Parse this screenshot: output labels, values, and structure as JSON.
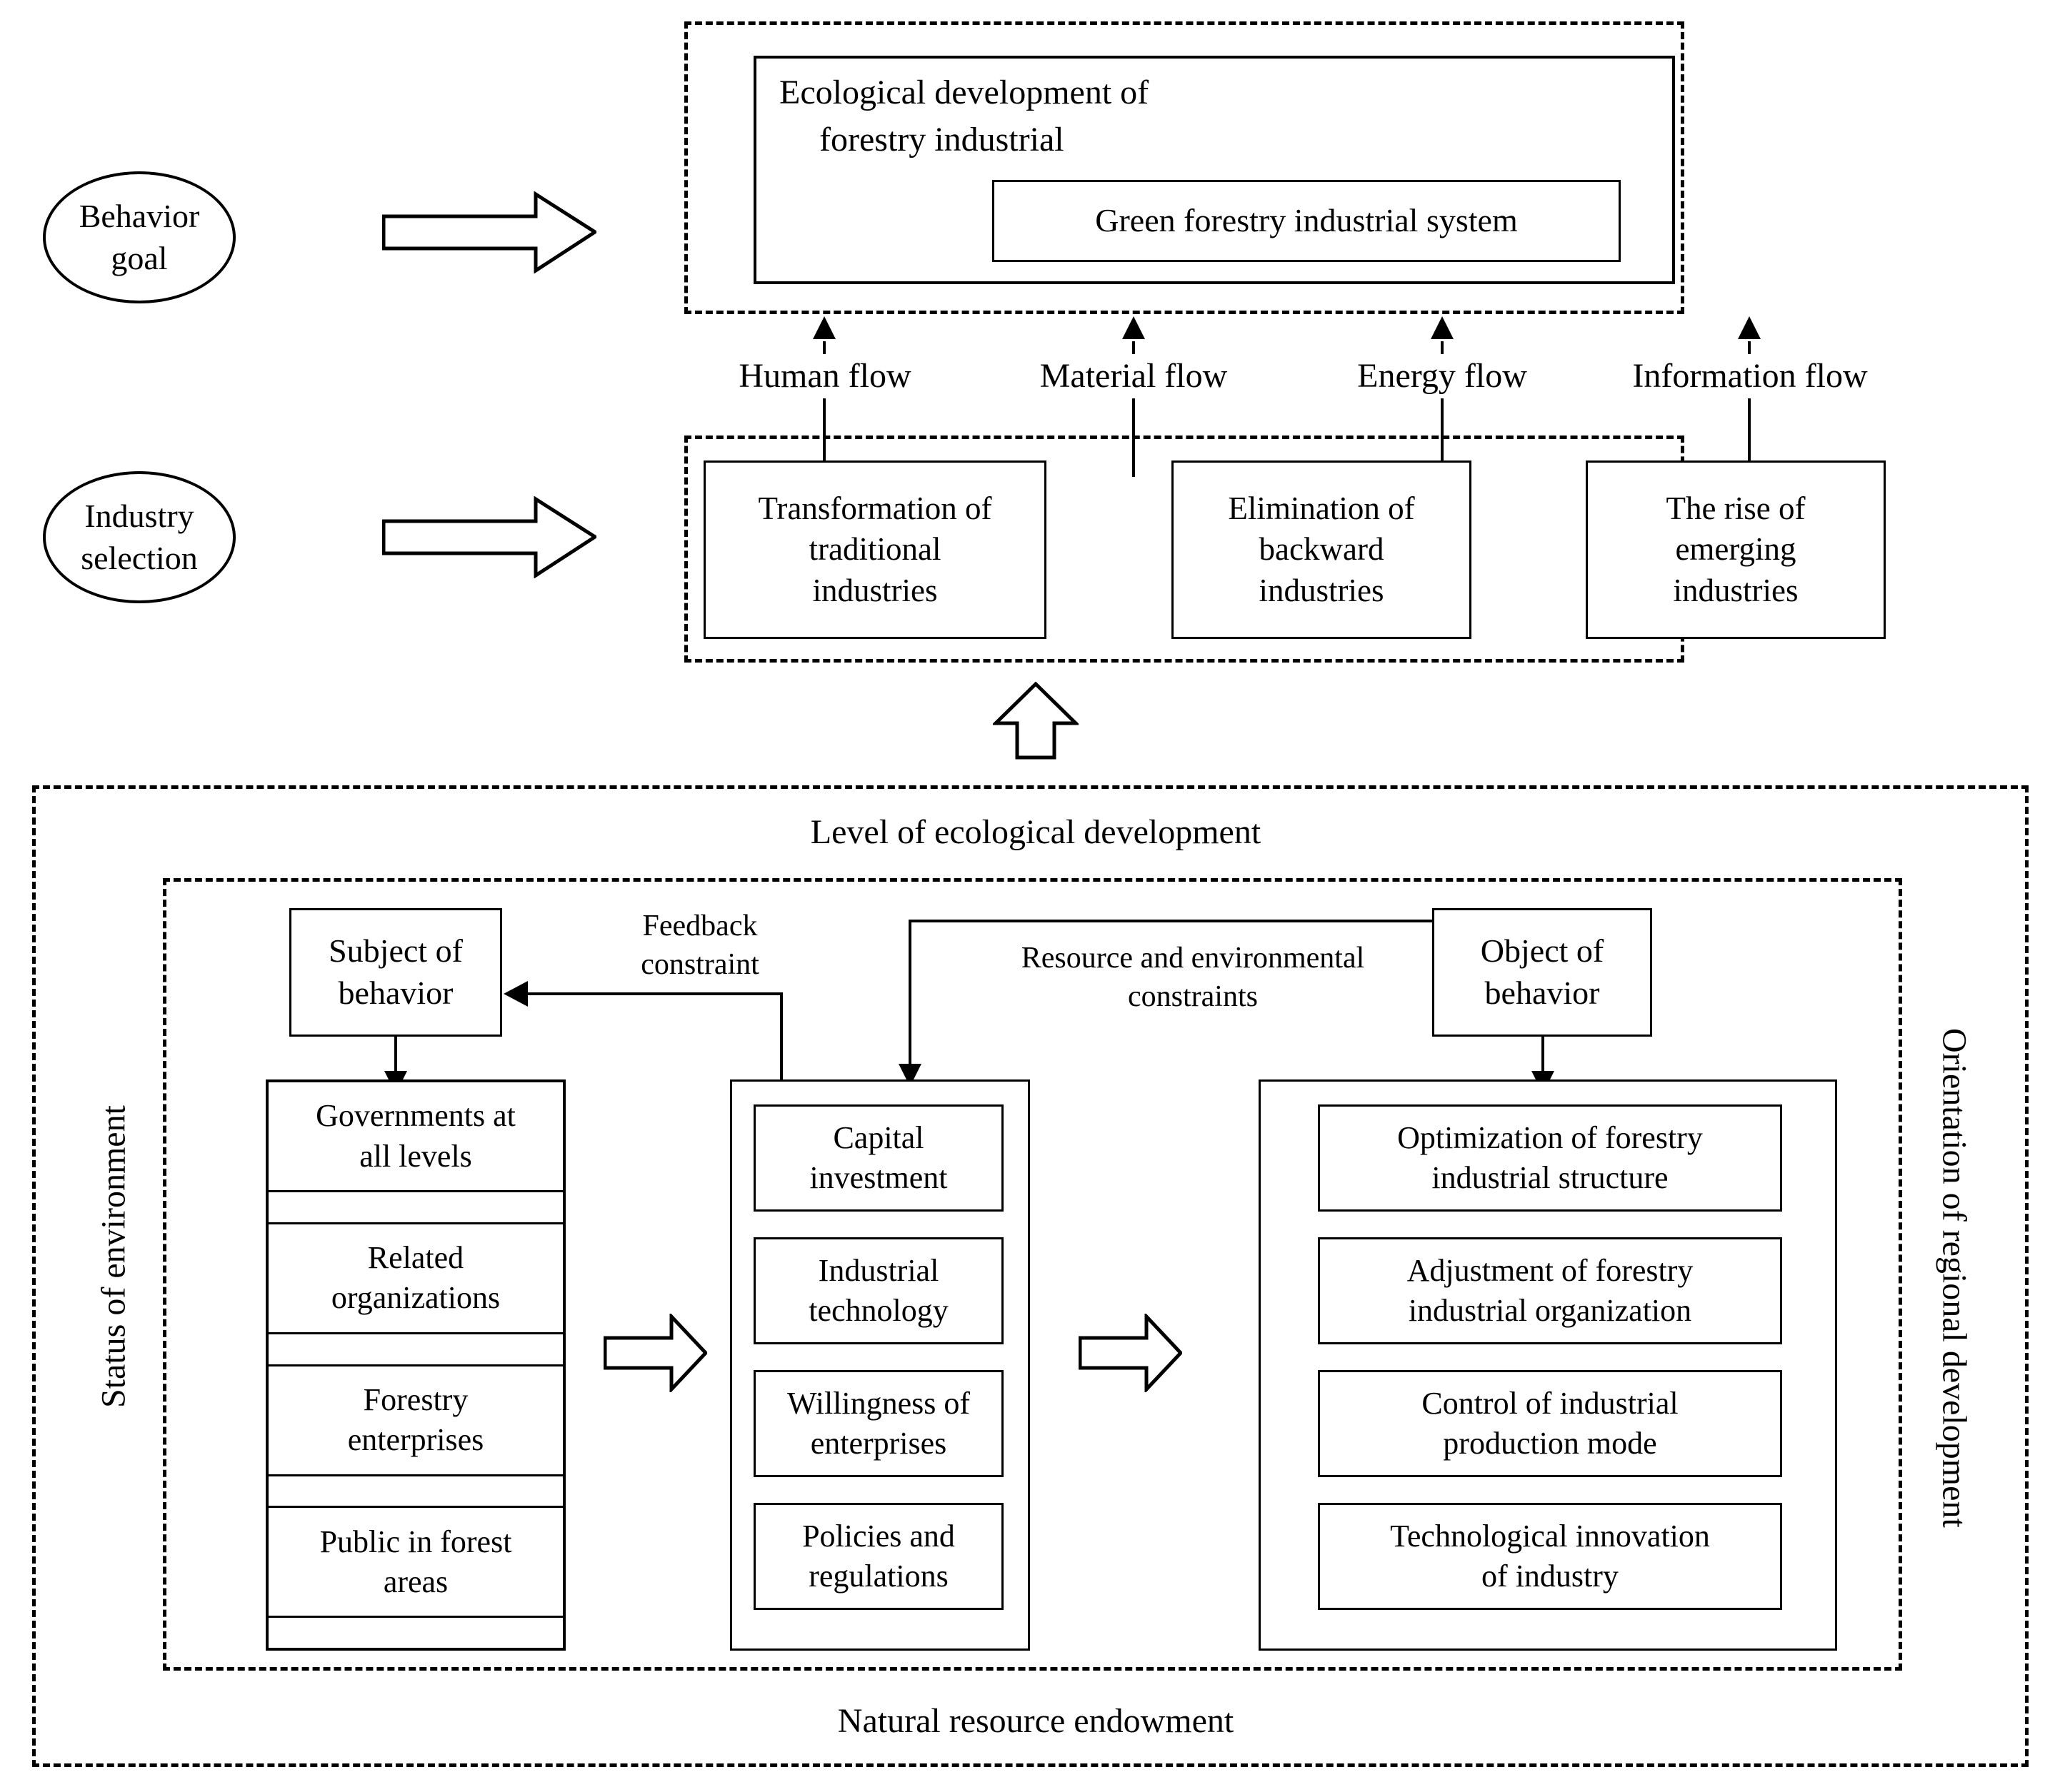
{
  "top": {
    "behavior_goal_label": "Behavior\ngoal",
    "behavior_goal_line1": "Behavior",
    "behavior_goal_line2": "goal",
    "industry_selection_line1": "Industry",
    "industry_selection_line2": "selection",
    "goal_box": {
      "title_line1": "Ecological development of",
      "title_line2": "forestry industrial",
      "inner_box_label": "Green forestry industrial system"
    },
    "flows": [
      {
        "label": "Human flow"
      },
      {
        "label": "Material flow"
      },
      {
        "label": "Energy flow"
      },
      {
        "label": "Information flow"
      }
    ],
    "industry_boxes": [
      {
        "line1": "Transformation of",
        "line2": "traditional",
        "line3": "industries"
      },
      {
        "line1": "Elimination of",
        "line2": "backward",
        "line3": "industries"
      },
      {
        "line1": "The rise of",
        "line2": "emerging",
        "line3": "industries"
      }
    ]
  },
  "bottom": {
    "outer_top_label": "Level of ecological development",
    "outer_bottom_label": "Natural resource endowment",
    "left_vertical_label": "Status of environment",
    "right_vertical_label": "Orientation of regional development",
    "subject_of_behavior": {
      "line1": "Subject of",
      "line2": "behavior"
    },
    "object_of_behavior": {
      "line1": "Object of",
      "line2": "behavior"
    },
    "feedback_constraint": {
      "line1": "Feedback",
      "line2": "constraint"
    },
    "resource_constraint": {
      "line1": "Resource and environmental",
      "line2": "constraints"
    },
    "subject_items": [
      {
        "line1": "Governments at",
        "line2": "all levels"
      },
      {
        "line1": "Related",
        "line2": "organizations"
      },
      {
        "line1": "Forestry",
        "line2": "enterprises"
      },
      {
        "line1": "Public in forest",
        "line2": "areas"
      }
    ],
    "driver_items": [
      {
        "line1": "Capital",
        "line2": "investment"
      },
      {
        "line1": "Industrial",
        "line2": "technology"
      },
      {
        "line1": "Willingness of",
        "line2": "enterprises"
      },
      {
        "line1": "Policies and",
        "line2": "regulations"
      }
    ],
    "object_items": [
      {
        "line1": "Optimization of forestry",
        "line2": "industrial structure"
      },
      {
        "line1": "Adjustment of forestry",
        "line2": "industrial organization"
      },
      {
        "line1": "Control of industrial",
        "line2": "production mode"
      },
      {
        "line1": "Technological innovation",
        "line2": "of industry"
      }
    ]
  },
  "colors": {
    "stroke": "#000000",
    "background": "#ffffff"
  }
}
